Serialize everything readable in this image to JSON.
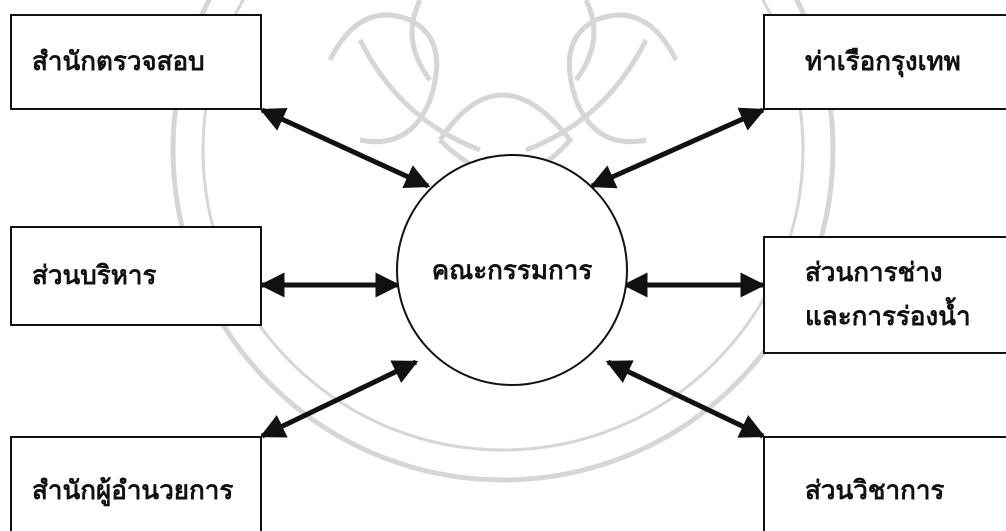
{
  "diagram": {
    "center": "คณะกรรมการ",
    "nodes": {
      "inspection_office": "สำนักตรวจสอบ",
      "port_bangkok": "ท่าเรือกรุงเทพ",
      "admin_division": "ส่วนบริหาร",
      "engineering_line1": "ส่วนการช่าง",
      "engineering_line2": "และการร่องน้ำ",
      "director_office": "สำนักผู้อำนวยการ",
      "academic_division": "ส่วนวิชาการ"
    },
    "relations": [
      {
        "from": "คณะกรรมการ",
        "to": "สำนักตรวจสอบ",
        "direction": "both"
      },
      {
        "from": "คณะกรรมการ",
        "to": "ท่าเรือกรุงเทพ",
        "direction": "both"
      },
      {
        "from": "คณะกรรมการ",
        "to": "ส่วนบริหาร",
        "direction": "both"
      },
      {
        "from": "คณะกรรมการ",
        "to": "ส่วนการช่าง และการร่องน้ำ",
        "direction": "both"
      },
      {
        "from": "คณะกรรมการ",
        "to": "สำนักผู้อำนวยการ",
        "direction": "both"
      },
      {
        "from": "คณะกรรมการ",
        "to": "ส่วนวิชาการ",
        "direction": "both"
      }
    ]
  },
  "colors": {
    "stroke": "#111111",
    "watermark": "#d9d9d9"
  }
}
